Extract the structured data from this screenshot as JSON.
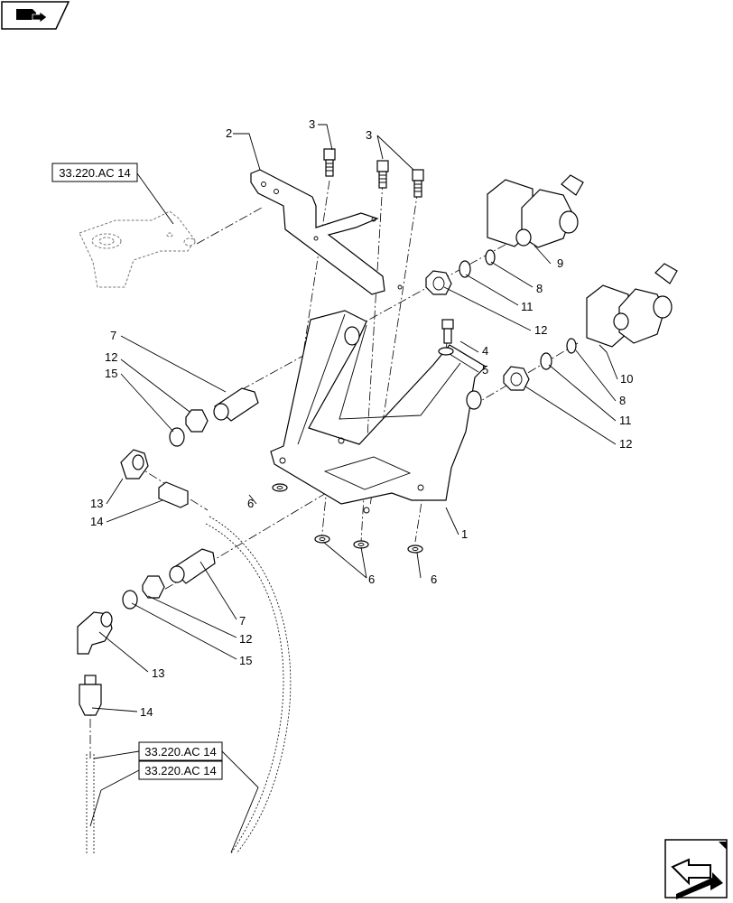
{
  "header": {
    "icon": "book-arrow-icon"
  },
  "footer": {
    "icon": "next-page-arrow-icon"
  },
  "references": {
    "ref_top": "33.220.AC 14",
    "ref_bottom_1": "33.220.AC 14",
    "ref_bottom_2": "33.220.AC 14"
  },
  "callouts": {
    "c1": "1",
    "c2": "2",
    "c3a": "3",
    "c3b": "3",
    "c4": "4",
    "c5": "5",
    "c6a": "6",
    "c6b": "6",
    "c6c": "6",
    "c7a": "7",
    "c7b": "7",
    "c8a": "8",
    "c8b": "8",
    "c9": "9",
    "c10": "10",
    "c11a": "11",
    "c11b": "11",
    "c12a": "12",
    "c12b": "12",
    "c12c": "12",
    "c12d": "12",
    "c13a": "13",
    "c13b": "13",
    "c14a": "14",
    "c14b": "14",
    "c15a": "15",
    "c15b": "15"
  }
}
